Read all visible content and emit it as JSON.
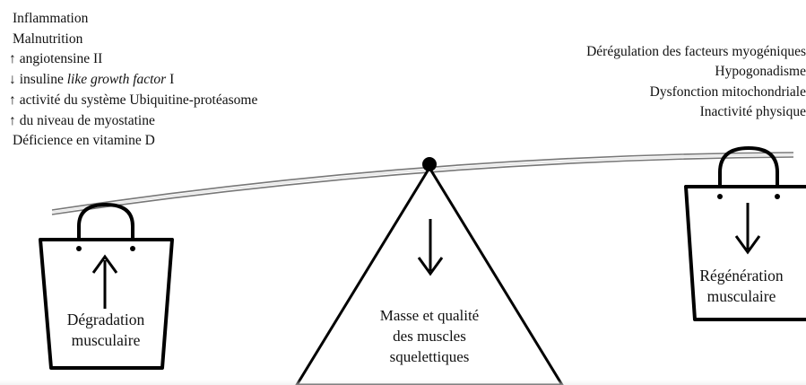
{
  "left_factors": [
    {
      "arrow": "",
      "text": "Inflammation",
      "italic": "",
      "suffix": ""
    },
    {
      "arrow": "",
      "text": "Malnutrition",
      "italic": "",
      "suffix": ""
    },
    {
      "arrow": "↑",
      "text": "angiotensine II",
      "italic": "",
      "suffix": ""
    },
    {
      "arrow": "↓",
      "text": "insuline ",
      "italic": "like growth factor",
      "suffix": " I"
    },
    {
      "arrow": "↑",
      "text": "activité du système Ubiquitine-protéasome",
      "italic": "",
      "suffix": ""
    },
    {
      "arrow": "↑",
      "text": "du niveau de myostatine",
      "italic": "",
      "suffix": ""
    },
    {
      "arrow": "",
      "text": "Déficience en vitamine D",
      "italic": "",
      "suffix": ""
    }
  ],
  "right_factors": [
    "Dérégulation des facteurs myogéniques",
    "Hypogonadisme",
    "Dysfonction mitochondriale",
    "Inactivité physique"
  ],
  "left_bag_label": [
    "Dégradation",
    "musculaire"
  ],
  "center_label": [
    "Masse et qualité",
    "des muscles",
    "squelettiques"
  ],
  "right_bag_label": [
    "Régénération",
    "musculaire"
  ],
  "colors": {
    "ink": "#000000",
    "beam": "#888888",
    "background": "#ffffff"
  }
}
